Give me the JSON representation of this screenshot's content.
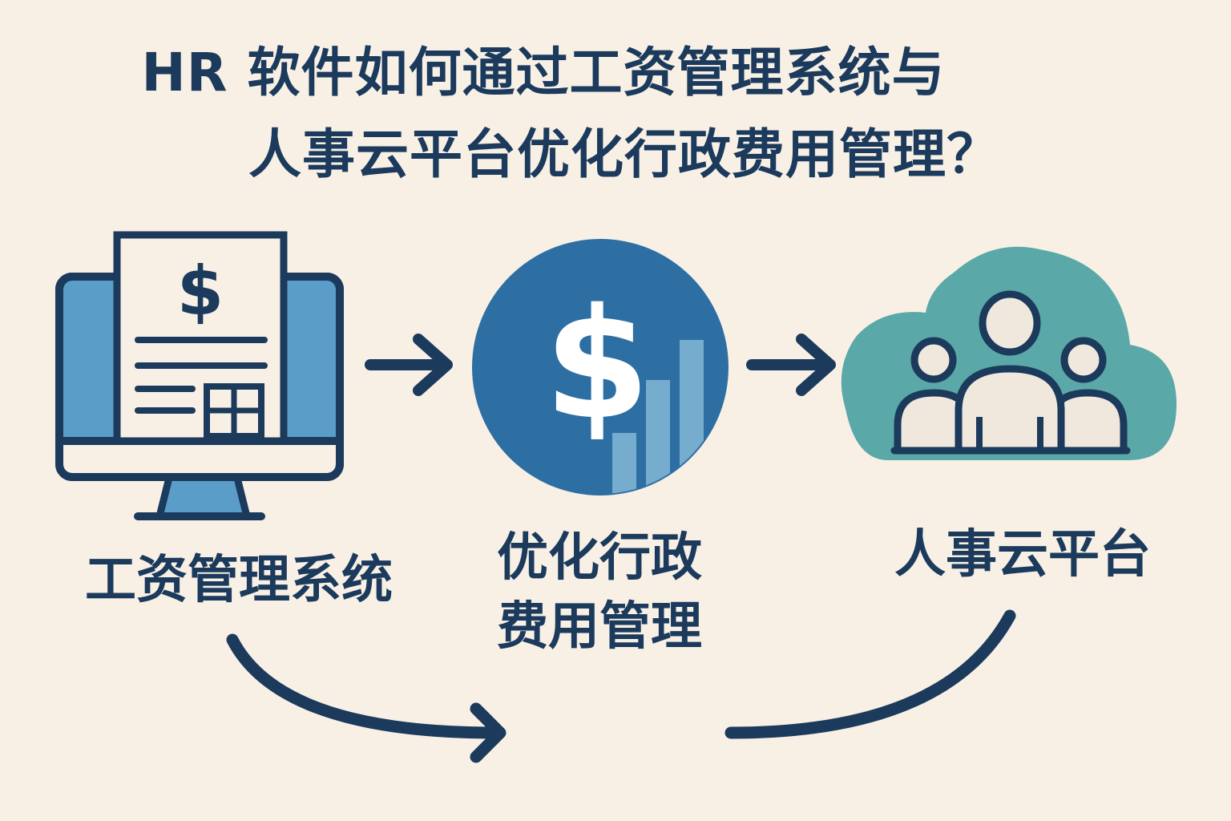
{
  "title": {
    "line1": "HR 软件如何通过工资管理系统与",
    "line2": "人事云平台优化行政费用管理？"
  },
  "nodes": {
    "payroll": {
      "label": "工资管理系统",
      "icon": "monitor-payslip-icon",
      "dollar": "$"
    },
    "optimize": {
      "label_line1": "优化行政",
      "label_line2": "费用管理",
      "icon": "dollar-chart-icon",
      "dollar": "$"
    },
    "cloud": {
      "label": "人事云平台",
      "icon": "cloud-people-icon"
    }
  },
  "colors": {
    "background": "#f8f0e5",
    "navy": "#1b3a5c",
    "blue_screen": "#5a9dc8",
    "circle_blue": "#2d6fa3",
    "cloud_teal": "#5aa8a8",
    "paper": "#f8f0e5"
  }
}
